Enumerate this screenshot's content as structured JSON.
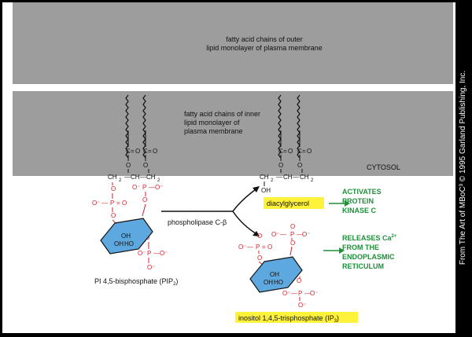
{
  "membrane": {
    "outer_line1": "fatty acid chains of outer",
    "outer_line2": "lipid monolayer of plasma membrane",
    "inner_line1": "fatty acid chains of inner",
    "inner_line2": "lipid monolayer of",
    "inner_line3": "plasma membrane"
  },
  "labels": {
    "cytosol": "CYTOSOL",
    "enzyme": "phospholipase C-β",
    "pip2": "PI 4,5-bisphosphate (PIP",
    "pip2_sub": "2",
    "dag": "diacylglycerol",
    "ip3": "inositol 1,4,5-trisphosphate (IP",
    "ip3_sub": "3",
    "activates": [
      "ACTIVATES",
      "PROTEIN",
      "KINASE C"
    ],
    "releases_l1": "RELEASES Ca",
    "releases_sup": "2+",
    "releases": [
      "FROM THE",
      "ENDOPLASMIC",
      "RETICULUM"
    ],
    "credit": "From The Art of MBoC³ © 1995 Garland Publishing, Inc."
  },
  "chem": {
    "c": "C",
    "o": "O",
    "eq": "=",
    "oh": "OH",
    "ho": "HO",
    "ch2": "CH",
    "ch": "CH",
    "two": "2",
    "p": "P",
    "ominus": "O⁻",
    "dash": "—"
  },
  "colors": {
    "membrane": "#9d9d9d",
    "phosphate": "#d4202a",
    "inositol_ring": "#5ea8e0",
    "highlight": "#fff23a",
    "outcome_text": "#1f8f3a"
  }
}
